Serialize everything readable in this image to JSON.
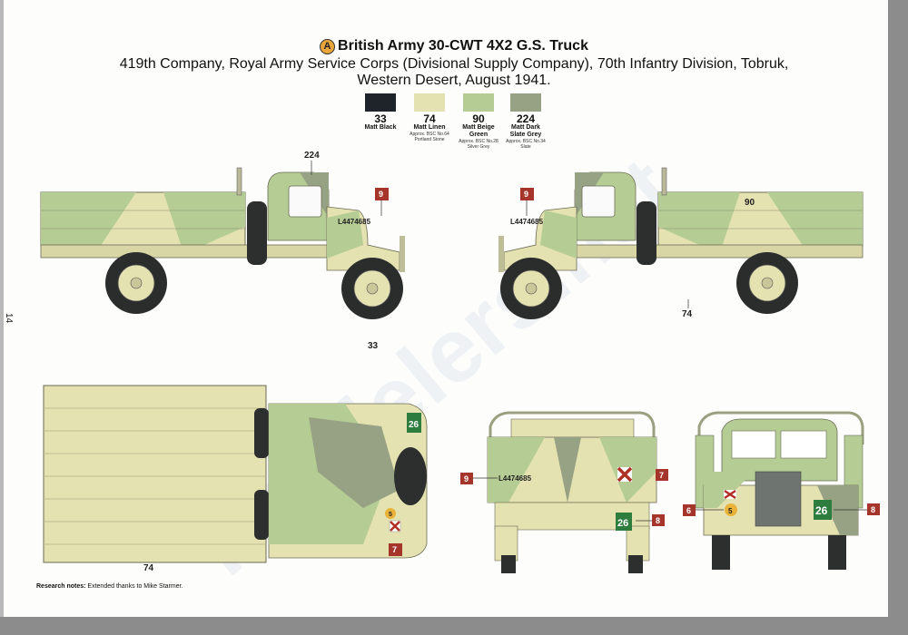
{
  "title": {
    "badge": "A",
    "text": "British Army 30-CWT 4X2 G.S. Truck"
  },
  "subtitle": [
    "419th Company, Royal Army Service Corps (Divisional Supply Company), 70th Infantry Division, Tobruk,",
    "Western Desert, August 1941."
  ],
  "colors": [
    {
      "code": "33",
      "name": "Matt Black",
      "note": "",
      "hex": "#1f232a"
    },
    {
      "code": "74",
      "name": "Matt Linen",
      "note": "Approx. BSC No.64 Portland Stone",
      "hex": "#e4e2b0"
    },
    {
      "code": "90",
      "name": "Matt Beige Green",
      "note": "Approx. BSC No.28 Silver Grey",
      "hex": "#b5cd94"
    },
    {
      "code": "224",
      "name": "Matt Dark Slate Grey",
      "note": "Approx. BSC No.34 Slate",
      "hex": "#97a184"
    }
  ],
  "views": {
    "side_left": {
      "paint_top": "224",
      "paint_bottom": "33",
      "callout": "9",
      "serial": "L4474685"
    },
    "side_right": {
      "paint_top": "90",
      "paint_bottom": "74",
      "callout": "9",
      "serial": "L4474685"
    },
    "top": {
      "paint": "74",
      "unit_number": "26",
      "formation_sign": "5",
      "callout": "7"
    },
    "rear": {
      "serial": "L4474685",
      "unit_number": "26",
      "callouts": [
        "9",
        "7",
        "8"
      ]
    },
    "front": {
      "formation_sign": "5",
      "unit_number": "26",
      "callouts": [
        "6",
        "8"
      ]
    }
  },
  "research_notes": {
    "label": "Research notes:",
    "text": "Extended thanks to Mike Starmer."
  },
  "page_number": "14",
  "watermark": "imodelers.net"
}
